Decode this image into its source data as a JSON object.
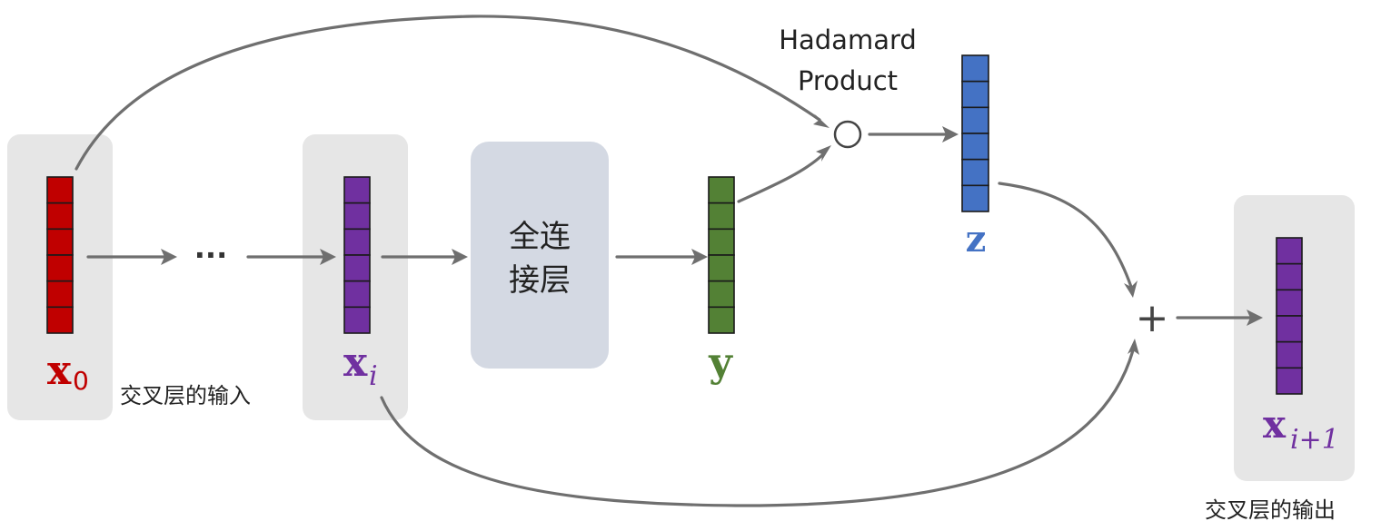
{
  "colors": {
    "x0": "#c00000",
    "xi": "#7030a0",
    "y": "#538135",
    "z": "#4472c4",
    "arrow": "#6f6f6f",
    "group_bg": "#e6e6e6",
    "fc_box": "#d4d9e3"
  },
  "labels": {
    "x0_main": "x",
    "x0_sub": "0",
    "xi_main": "x",
    "xi_sub": "i",
    "y": "y",
    "z": "z",
    "xi1_main": "x",
    "xi1_sub": "i+1",
    "ellipsis": "···",
    "hadamard_line1": "Hadamard",
    "hadamard_line2": "Product",
    "fc_line1": "全连",
    "fc_line2": "接层",
    "plus": "+",
    "cross_input": "交叉层的输入",
    "cross_output": "交叉层的输出"
  },
  "vectors": {
    "cells_per_vector": 6
  }
}
